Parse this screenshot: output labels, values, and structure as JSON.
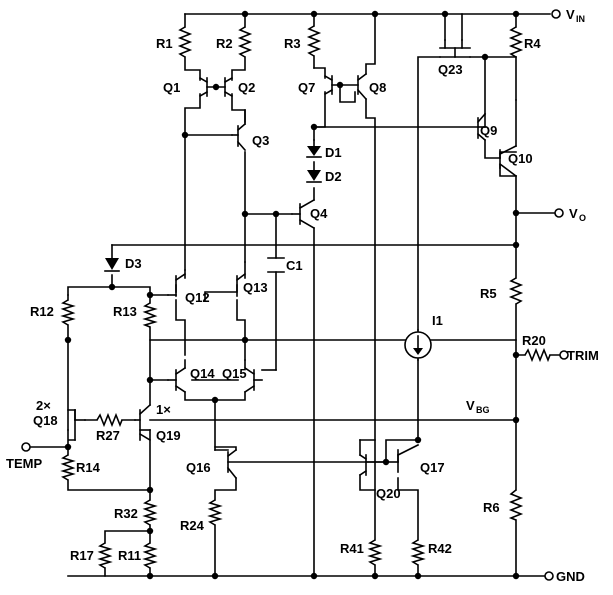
{
  "labels": {
    "R1": "R1",
    "R2": "R2",
    "R3": "R3",
    "R4": "R4",
    "R5": "R5",
    "R6": "R6",
    "R11": "R11",
    "R12": "R12",
    "R13": "R13",
    "R14": "R14",
    "R17": "R17",
    "R20": "R20",
    "R24": "R24",
    "R27": "R27",
    "R32": "R32",
    "R41": "R41",
    "R42": "R42",
    "Q1": "Q1",
    "Q2": "Q2",
    "Q3": "Q3",
    "Q4": "Q4",
    "Q7": "Q7",
    "Q8": "Q8",
    "Q9": "Q9",
    "Q10": "Q10",
    "Q12": "Q12",
    "Q13": "Q13",
    "Q14": "Q14",
    "Q15": "Q15",
    "Q16": "Q16",
    "Q17": "Q17",
    "Q18": "Q18",
    "Q19": "Q19",
    "Q20": "Q20",
    "Q23": "Q23",
    "D1": "D1",
    "D2": "D2",
    "D3": "D3",
    "C1": "C1",
    "I1": "I1",
    "q18_ratio": "2×",
    "q19_ratio": "1×"
  },
  "terminals": {
    "vin": "V",
    "vin_sub": "IN",
    "vo": "V",
    "vo_sub": "O",
    "trim": "TRIM",
    "gnd": "GND",
    "temp": "TEMP",
    "vbg": "V",
    "vbg_sub": "BG"
  }
}
